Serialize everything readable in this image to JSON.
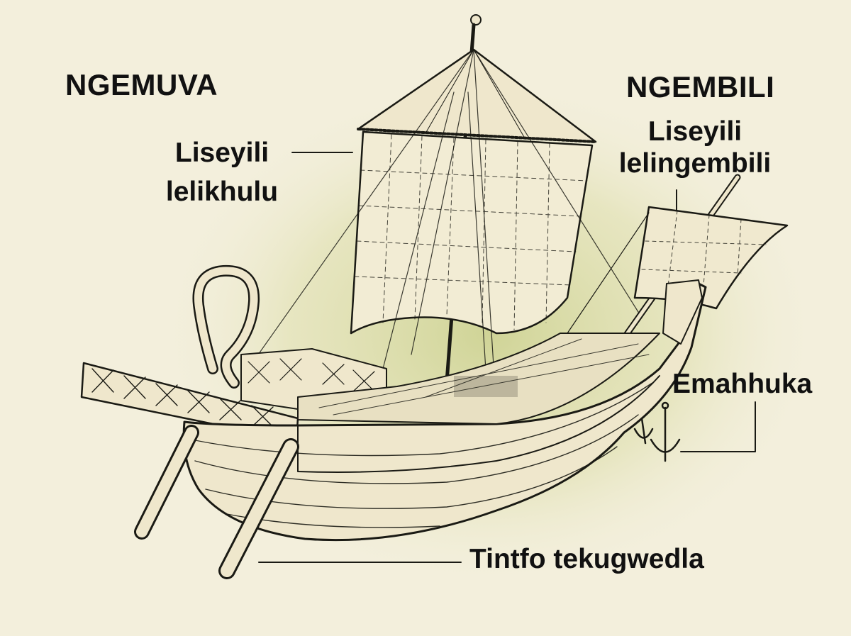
{
  "directions": {
    "front": "NGEMUVA",
    "back": "NGEMBILI"
  },
  "parts": {
    "mainsail_line1": "Liseyili",
    "mainsail_line2": "lelikhulu",
    "foresail_line1": "Liseyili",
    "foresail_line2": "lelingembili",
    "anchors": "Emahhuka",
    "steering_oars": "Tintfo tekugwedla"
  },
  "colors": {
    "background": "#f3efdc",
    "glow": "#c9cf8a",
    "ink": "#1a1a14",
    "hull": "#efe7cc"
  }
}
